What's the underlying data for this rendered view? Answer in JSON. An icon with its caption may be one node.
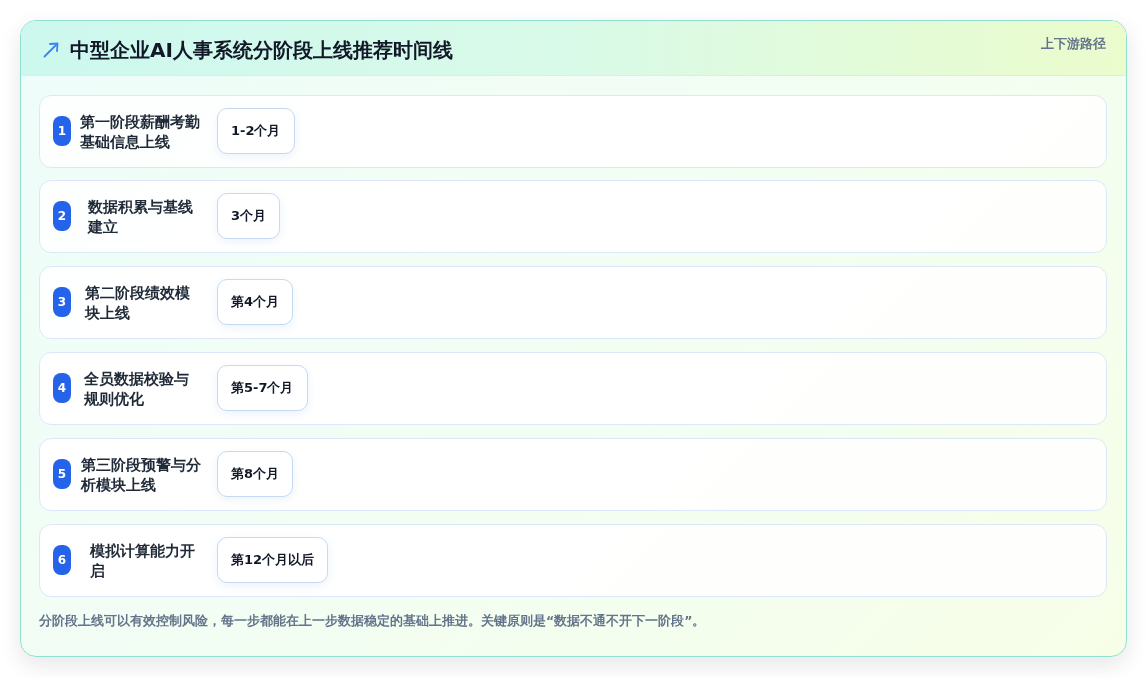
{
  "diagram": {
    "title": "中型企业AI人事系统分阶段上线推荐时间线",
    "nodes": [
      {
        "text": [
          "第一阶段薪酬考勤基础信息上线"
        ]
      },
      {
        "text": [
          "1"
        ],
        "in": 0
      },
      {
        "text": [
          "1-2个月"
        ],
        "in": 0
      },
      {
        "text": [
          "数据积累与基线建立"
        ]
      },
      {
        "text": [
          "2"
        ],
        "in": 3
      },
      {
        "text": [
          "3个月"
        ],
        "in": 3
      },
      {
        "text": [
          "第二阶段绩效模块上线"
        ]
      },
      {
        "text": [
          "3"
        ],
        "in": 6
      },
      {
        "text": [
          "第4个月"
        ],
        "in": 6
      },
      {
        "text": [
          "全员数据校验与规则优化"
        ]
      },
      {
        "text": [
          "4"
        ],
        "in": 9
      },
      {
        "text": [
          "第5-7个月"
        ],
        "in": 9
      },
      {
        "text": [
          "第三阶段预警与分析模块上线"
        ]
      },
      {
        "text": [
          "5"
        ],
        "in": 12
      },
      {
        "text": [
          "第8个月"
        ],
        "in": 12
      },
      {
        "text": [
          "模拟计算能力开启"
        ]
      },
      {
        "text": [
          "6"
        ],
        "in": 15
      },
      {
        "text": [
          "第12个月以后"
        ],
        "in": 15
      }
    ],
    "labels": [
      "上下游路径"
    ],
    "caption": "分阶段上线可以有效控制风险，每一步都能在上一步数据稳定的基础上推进。关键原则是“数据不通不开下一阶段”。"
  }
}
